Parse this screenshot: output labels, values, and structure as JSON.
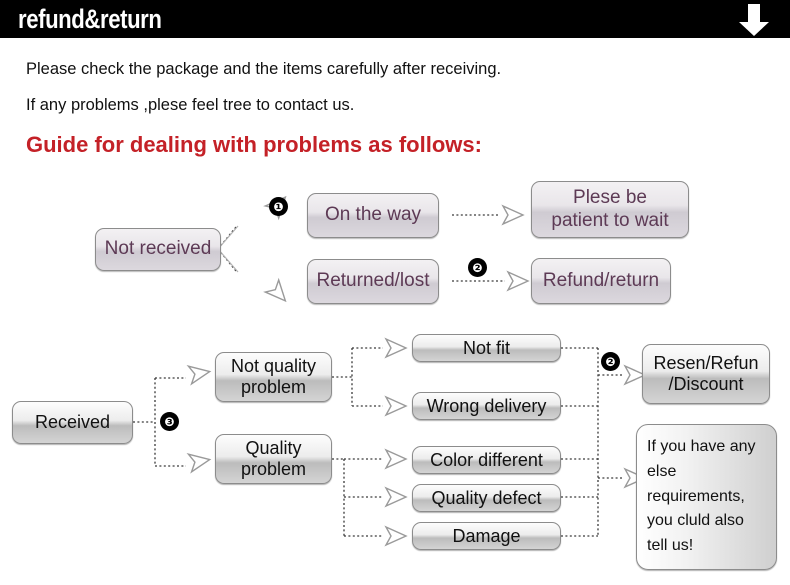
{
  "header": {
    "title": "refund&return",
    "arrow_icon": "down-arrow-icon"
  },
  "intro": {
    "line1": "Please check the package and the items carefully after receiving.",
    "line2": "If any problems ,plese feel tree to contact us.",
    "guide_heading": "Guide for dealing with problems as follows:"
  },
  "flow_top": {
    "badges": [
      "❶",
      "❷"
    ],
    "nodes": {
      "not_received": "Not received",
      "on_the_way": "On the way",
      "returned_lost": "Returned/lost",
      "please_wait": "Plese be\npatient to wait",
      "refund_return": "Refund/return"
    }
  },
  "flow_bottom": {
    "badges": [
      "❸",
      "❷"
    ],
    "nodes": {
      "received": "Received",
      "not_quality_problem": "Not quality\nproblem",
      "quality_problem": "Quality\nproblem",
      "not_fit": "Not fit",
      "wrong_delivery": "Wrong delivery",
      "color_different": "Color different",
      "quality_defect": "Quality defect",
      "damage": "Damage",
      "resend_refund": "Resen/Refun\n/Discount",
      "note": "If you have any else requirements, you cluld also tell us!"
    }
  },
  "colors": {
    "header_bg": "#000000",
    "heading_red": "#c42127",
    "purple_text": "#5d3a55",
    "body_text": "#111111"
  }
}
